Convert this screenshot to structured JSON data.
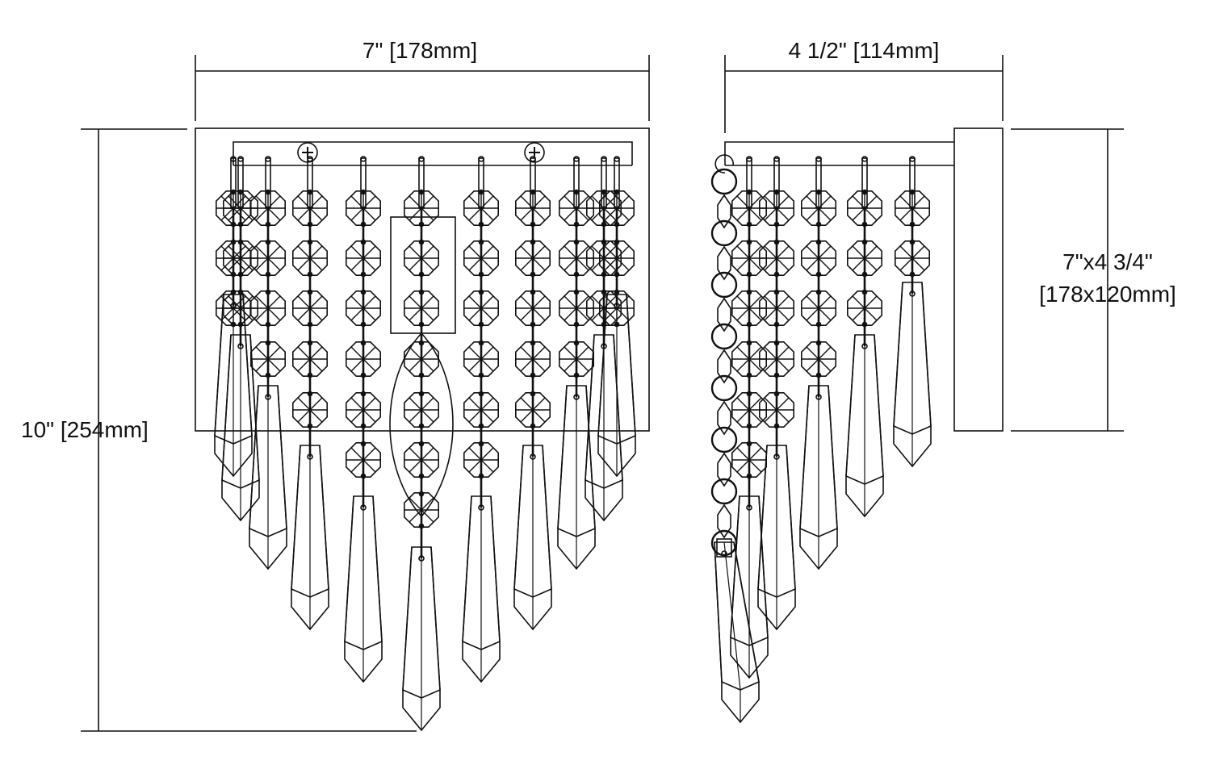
{
  "front_view": {
    "width_label": "7\" [178mm]",
    "height_label": "10\" [254mm]"
  },
  "side_view": {
    "depth_label": "4 1/2\" [114mm]",
    "backplate_label_line1": "7\"x4 3/4\"",
    "backplate_label_line2": "[178x120mm]"
  },
  "colors": {
    "line": "#111111",
    "background": "#ffffff"
  }
}
